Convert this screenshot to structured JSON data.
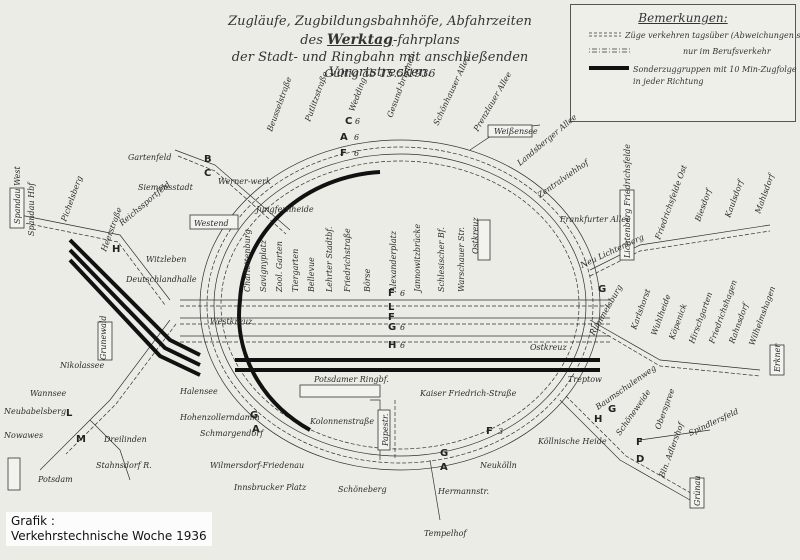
{
  "title": {
    "line1": "Zugläufe, Zugbildungsbahnhöfe, Abfahrzeiten",
    "line2_prefix": "des",
    "line2_bold": "Werktag",
    "line2_suffix": "-fahrplans",
    "line3": "der Stadt- und Ringbahn mit anschließenden Vorortstrecken.",
    "line4": "Gültig ab 15.5.1936"
  },
  "legend": {
    "heading": "Bemerkungen:",
    "row1": "Züge verkehren tagsüber (Abweichungen sind im Plan vermerkt)",
    "row2": "nur im Berufsverkehr",
    "row3a": "Sonderzuggruppen mit 10 Min-Zugfolge",
    "row3b": "in jeder Richtung"
  },
  "credit": {
    "line1": "Grafik :",
    "line2": "Verkehrstechnische Woche 1936"
  },
  "stations": {
    "gartenfeld": "Gartenfeld",
    "siemensstadt": "Siemensstadt",
    "wernerwerk": "Werner-werk",
    "jungfernheide": "Jungfernheide",
    "beusselstr": "Beusselstraße",
    "putlitzstr": "Putlitzstraße",
    "wedding": "Wedding",
    "gesundbrunnen": "Gesund-brunnen",
    "schoenhauser": "Schönhauser Allee",
    "prenzlauer": "Prenzlauer Allee",
    "weissensee": "Weißensee",
    "landsberger": "Landsberger Allee",
    "zentralvieh": "Zentralviehhof",
    "frankfurter": "Frankfurter Allee",
    "neulichtenberg": "Neu Lichtenberg",
    "lichtenberg": "Lichtenberg Friedrichsfelde",
    "friedrichsfelde_ost": "Friedrichsfelde Ost",
    "biesdorf": "Biesdorf",
    "kaulsdorf": "Kaulsdorf",
    "mahlsdorf": "Mahlsdorf",
    "spandau": "Spandau Hbf",
    "spandau_west": "Spandau West",
    "pichelsberg": "Pichelsberg",
    "heerstr": "Heerstraße",
    "reichssportfeld": "Reichssportfeld",
    "westend": "Westend",
    "witzleben": "Witzleben",
    "deutschlandhalle": "Deutschlandhalle",
    "westkreuz": "Westkreuz",
    "ostkreuz": "Ostkreuz",
    "ostkreuz2": "Ostkreuz",
    "grunewald": "Grunewald",
    "nikolassee": "Nikolassee",
    "wannsee": "Wannsee",
    "neubabelsberg": "Neubabelsberg",
    "nowawes": "Nowawes",
    "potsdam": "Potsdam",
    "dreilinden": "Dreilinden",
    "stahnsdorf": "Stahnsdorf R.",
    "halensee": "Halensee",
    "hohenzollerndamm": "Hohenzollerndamm",
    "schmargendorf": "Schmargendorf",
    "wilmersdorf": "Wilmersdorf-Friedenau",
    "innsbrucker": "Innsbrucker Platz",
    "schoeneberg": "Schöneberg",
    "kolonnenstr": "Kolonnenstraße",
    "potsdamer_ringbf": "Potsdamer Ringbf.",
    "papestr": "Papestr.",
    "kaiser_friedrich": "Kaiser Friedrich-Straße",
    "hermannstr": "Hermannstr.",
    "tempelhof": "Tempelhof",
    "neukoelln": "Neukölln",
    "koellnische": "Köllnische Heide",
    "treptow": "Treptow",
    "baumschulenweg": "Baumschulenweg",
    "schoeneweide": "Schöneweide",
    "oberspree": "Oberspree",
    "spindlersfeld": "Spindlersfeld",
    "adlershof": "Bln. Adlershof",
    "gruenau": "Grünau",
    "erkner": "Erkner",
    "rummelsburg": "Rummelsburg",
    "karlshorst": "Karlshorst",
    "wuhlheide": "Wuhlheide",
    "koepenick": "Köpenick",
    "hirschgarten": "Hirschgarten",
    "friedrichshagen": "Friedrichshagen",
    "rahnsdorf": "Rahnsdorf",
    "wilhelmshagen": "Wilhelmshagen",
    "charlottenburg": "Charlottenburg",
    "savignyplatz": "Savignyplatz",
    "zoo": "Zool. Garten",
    "tiergarten": "Tiergarten",
    "bellevue": "Bellevue",
    "lehrter": "Lehrter Stadtbf.",
    "friedrichstr": "Friedrichstraße",
    "boerse": "Börse",
    "alexanderplatz": "Alexanderplatz",
    "jannowitz": "Jannowitzbrücke",
    "schlesischer": "Schlesischer Bf.",
    "warschauer": "Warschauer Str."
  },
  "route_letters": {
    "A": "A",
    "B": "B",
    "C": "C",
    "D": "D",
    "F": "F",
    "G": "G",
    "H": "H",
    "L": "L",
    "M": "M"
  },
  "numbers": {
    "n6": "6",
    "n3": "3"
  },
  "colors": {
    "line": "#2f2f2f",
    "thick": "#111111",
    "paper": "#ecece7"
  }
}
